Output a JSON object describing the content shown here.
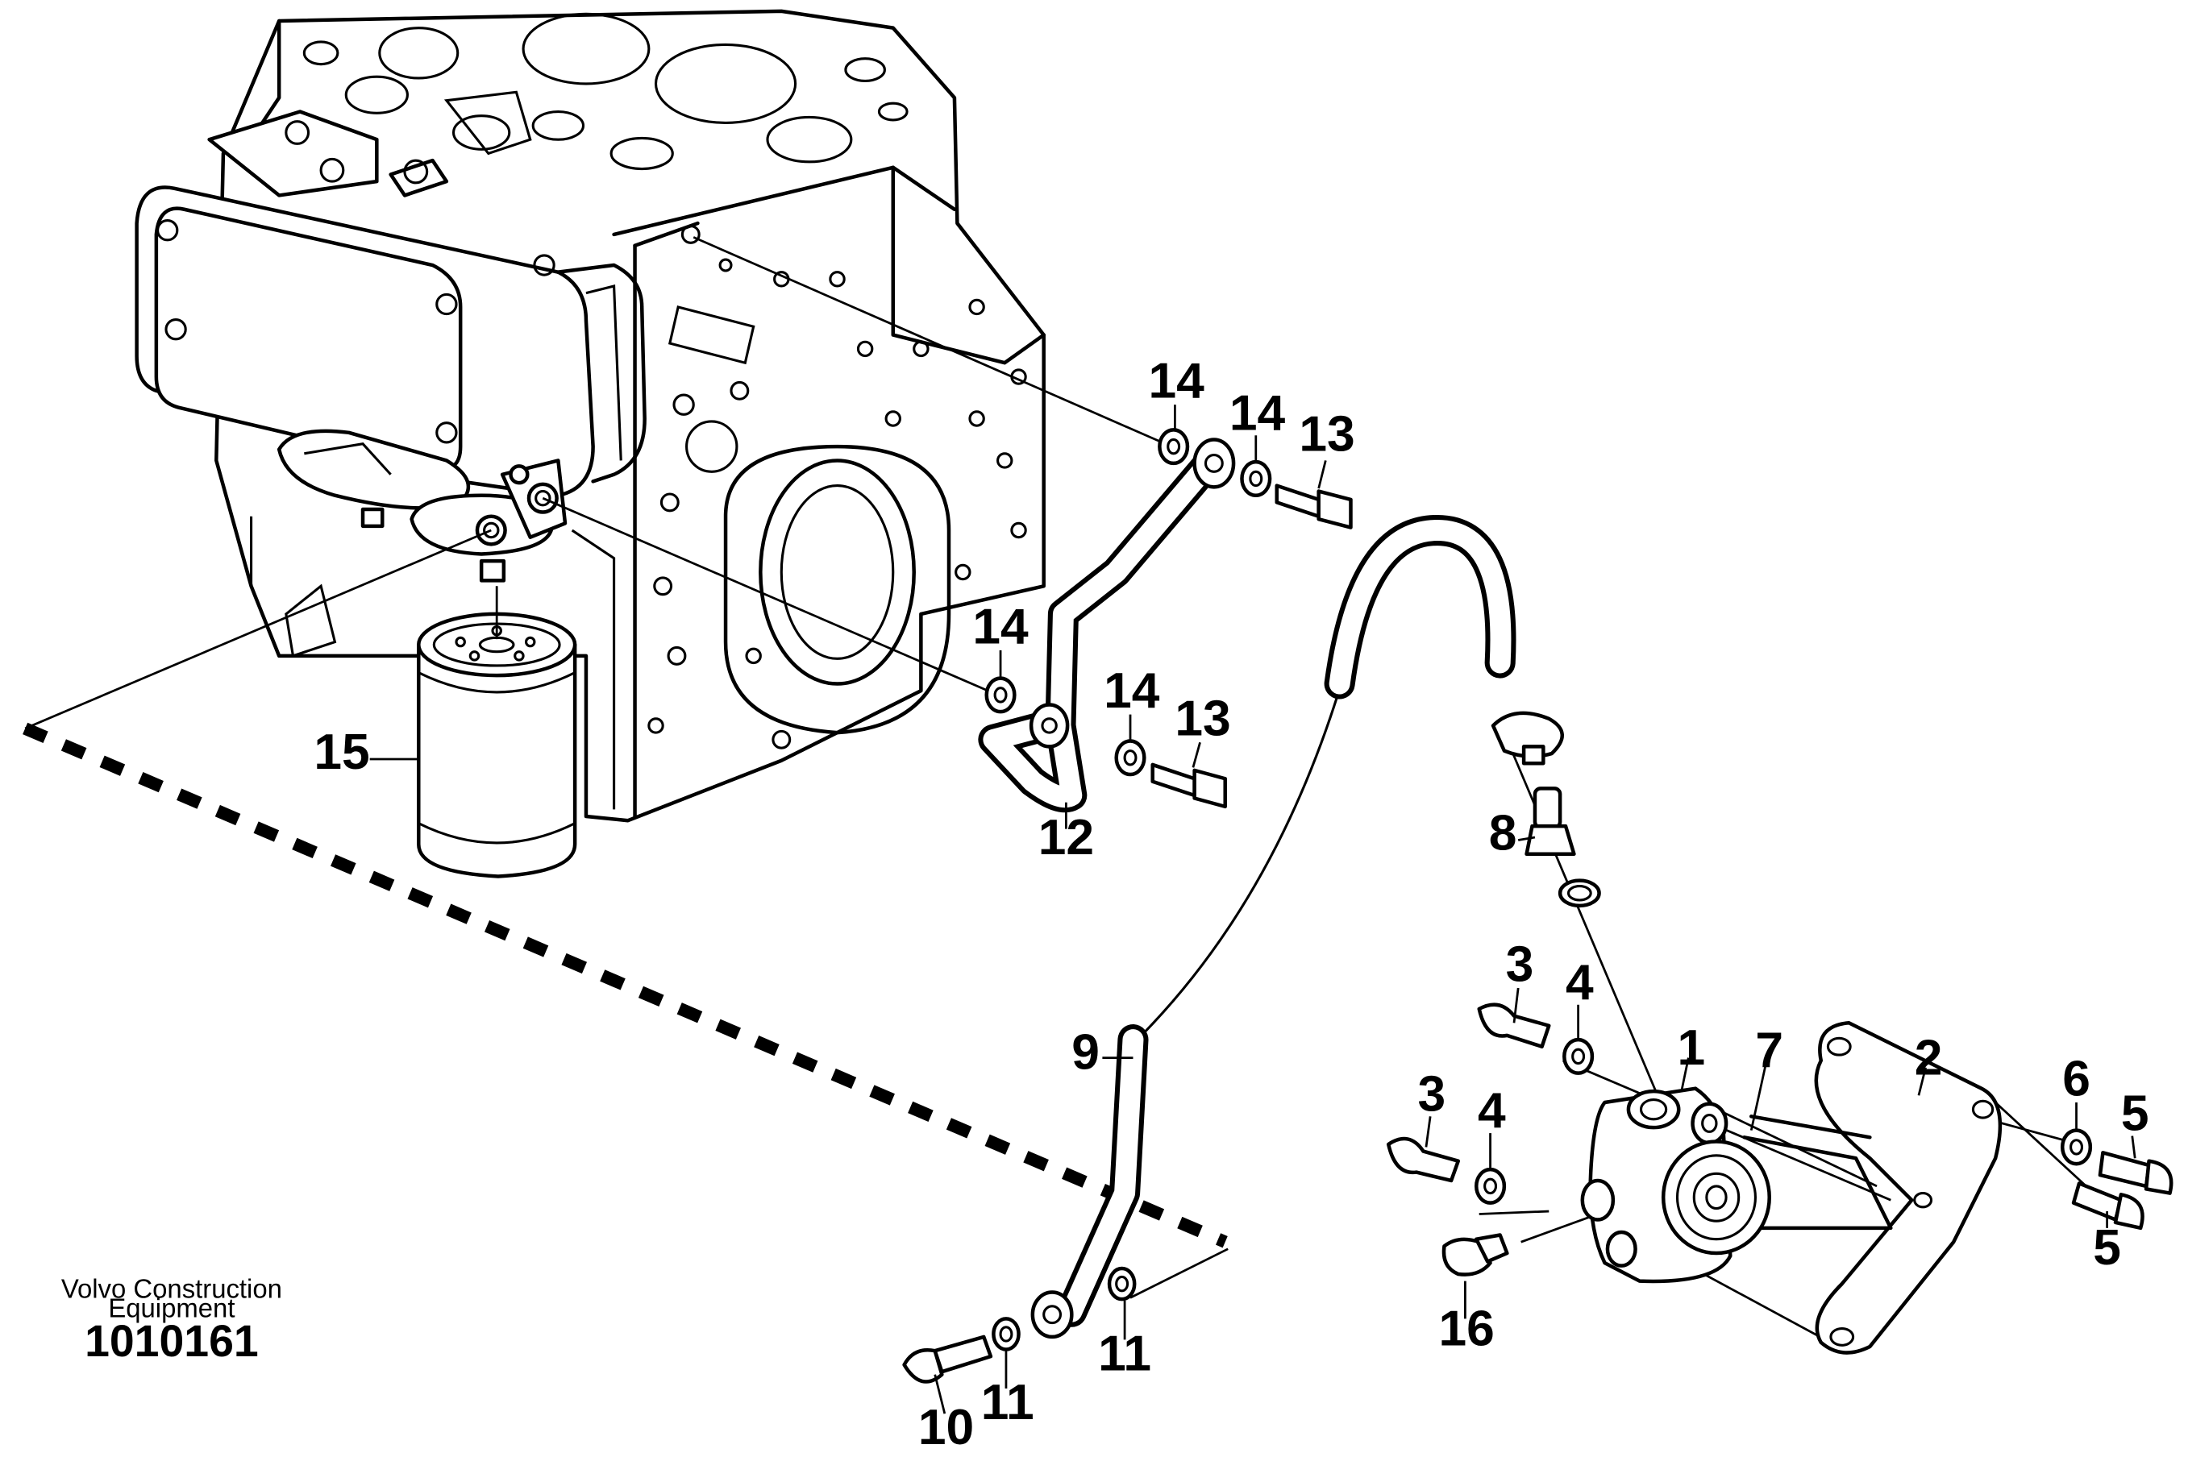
{
  "brand": {
    "line1": "Volvo Construction",
    "line2": "Equipment"
  },
  "figure_number": "1010161",
  "labels": [
    {
      "id": "lbl-14-a",
      "text": "14"
    },
    {
      "id": "lbl-14-b",
      "text": "14"
    },
    {
      "id": "lbl-13-a",
      "text": "13"
    },
    {
      "id": "lbl-14-c",
      "text": "14"
    },
    {
      "id": "lbl-14-d",
      "text": "14"
    },
    {
      "id": "lbl-13-b",
      "text": "13"
    },
    {
      "id": "lbl-15",
      "text": "15"
    },
    {
      "id": "lbl-12",
      "text": "12"
    },
    {
      "id": "lbl-8",
      "text": "8"
    },
    {
      "id": "lbl-3-a",
      "text": "3"
    },
    {
      "id": "lbl-4-a",
      "text": "4"
    },
    {
      "id": "lbl-1",
      "text": "1"
    },
    {
      "id": "lbl-7",
      "text": "7"
    },
    {
      "id": "lbl-2",
      "text": "2"
    },
    {
      "id": "lbl-3-b",
      "text": "3"
    },
    {
      "id": "lbl-4-b",
      "text": "4"
    },
    {
      "id": "lbl-6",
      "text": "6"
    },
    {
      "id": "lbl-5-a",
      "text": "5"
    },
    {
      "id": "lbl-5-b",
      "text": "5"
    },
    {
      "id": "lbl-9",
      "text": "9"
    },
    {
      "id": "lbl-16",
      "text": "16"
    },
    {
      "id": "lbl-11-a",
      "text": "11"
    },
    {
      "id": "lbl-11-b",
      "text": "11"
    },
    {
      "id": "lbl-10",
      "text": "10"
    }
  ]
}
